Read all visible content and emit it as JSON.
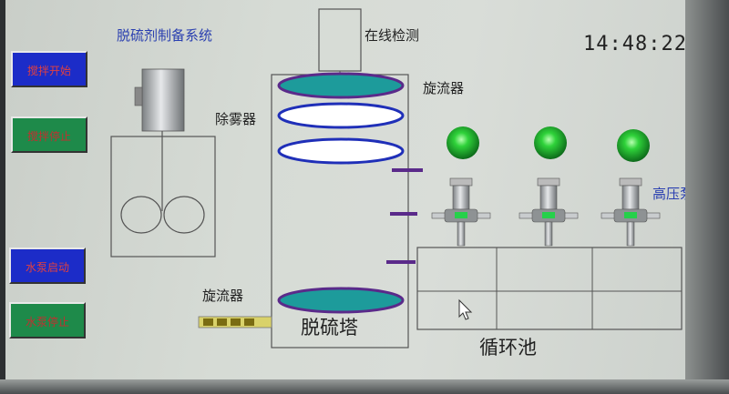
{
  "header": {
    "title": "脱硫剂制备系统",
    "clock": "14:48:22"
  },
  "buttons": {
    "stir_start": "搅拌开始",
    "stir_stop": "搅拌停止",
    "pump_start": "水泵启动",
    "pump_stop": "水泵停止"
  },
  "labels": {
    "online_detection": "在线检测",
    "cyclone_top": "旋流器",
    "demister": "除雾器",
    "cyclone_bottom": "旋流器",
    "hp_pump": "高压泵",
    "tower": "脱硫塔",
    "circulation_pool": "循环池"
  },
  "colors": {
    "button_blue": "#1c2cc8",
    "button_green": "#1e8a4a",
    "button_text": "#e04040",
    "indicator_green": "#22c233",
    "title_blue": "#2a3fb0",
    "ring_blue": "#1f2fb8",
    "cyclone_fill": "#1d9b9b",
    "pipe_purple": "#5a2a8a"
  },
  "icons": {
    "pump": "pump-icon",
    "indicator": "status-light-icon",
    "cursor": "mouse-cursor-icon"
  }
}
